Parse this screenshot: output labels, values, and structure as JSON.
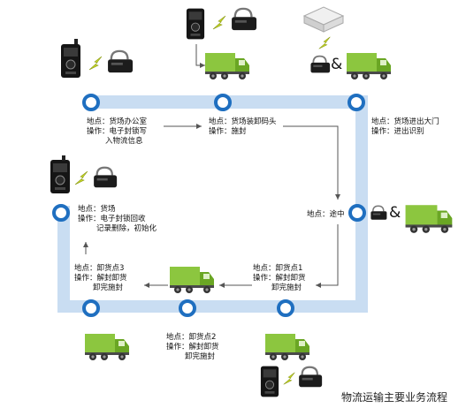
{
  "title": "物流运输主要业务流程",
  "amp_symbol": "&",
  "stations": {
    "office": {
      "place": "地点：货场办公室",
      "op": "操作：电子封锁写",
      "op2": "入物流信息"
    },
    "dock": {
      "place": "地点：货场装卸码头",
      "op": "操作：施封"
    },
    "gate": {
      "place": "地点：货场进出大门",
      "op": "操作：进出识别"
    },
    "transit": {
      "place": "地点：途中"
    },
    "unload1": {
      "place": "地点：卸货点1",
      "op": "操作：解封卸货",
      "op2": "卸完施封"
    },
    "unload2": {
      "place": "地点：卸货点2",
      "op": "操作：解封卸货",
      "op2": "卸完施封"
    },
    "unload3": {
      "place": "地点：卸货点3",
      "op": "操作：解封卸货",
      "op2": "卸完施封"
    },
    "yard": {
      "place": "地点：货场",
      "op": "操作：电子封锁回收",
      "op2": "记录删除，初始化"
    }
  },
  "colors": {
    "track": "#c9ddf2",
    "node_ring": "#1f6fc0",
    "arrow": "#555555",
    "truck_box": "#8cc63f",
    "truck_cab": "#6aa624"
  }
}
